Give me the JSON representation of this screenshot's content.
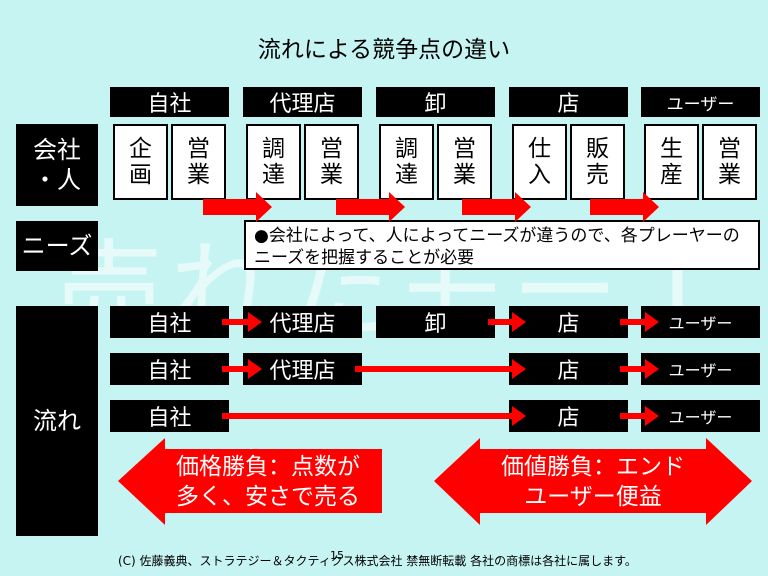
{
  "title": "流れによる競争点の違い",
  "watermark": "売れたモーｌ",
  "top_headers": [
    "自社",
    "代理店",
    "卸",
    "店",
    "ユーザー"
  ],
  "row_labels": {
    "company_person": "会社\n・人",
    "needs": "ニーズ",
    "flow": "流れ"
  },
  "functions": [
    "企画",
    "営業",
    "調達",
    "営業",
    "調達",
    "営業",
    "仕入",
    "販売",
    "生産",
    "営業"
  ],
  "needs_text": "●会社によって、人によってニーズが違うので、各プレーヤーのニーズを把握することが必要",
  "flow_rows": [
    [
      "自社",
      "代理店",
      "卸",
      "店",
      "ユーザー"
    ],
    [
      "自社",
      "代理店",
      "店",
      "ユーザー"
    ],
    [
      "自社",
      "店",
      "ユーザー"
    ]
  ],
  "price_competition": [
    "価格勝負：点数が",
    "多く、安さで売る"
  ],
  "value_competition": [
    "価値勝負：エンド",
    "ユーザー便益"
  ],
  "page_number": "15",
  "footer": "(C) 佐藤義典、ストラテジー＆タクティクス株式会社 禁無断転載 各社の商標は各社に属します。",
  "colors": {
    "arrow": "#ff0000",
    "background": "#c6f4f2",
    "box": "#000000"
  }
}
